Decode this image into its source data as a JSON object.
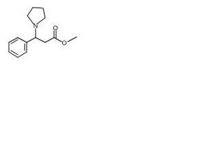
{
  "molecule": {
    "atoms": {
      "nitrogen": "N",
      "carbonyl_oxygen": "O",
      "ester_oxygen": "O"
    },
    "colors": {
      "bond": "#000000",
      "label": "#000000",
      "background": "#ffffff"
    }
  }
}
